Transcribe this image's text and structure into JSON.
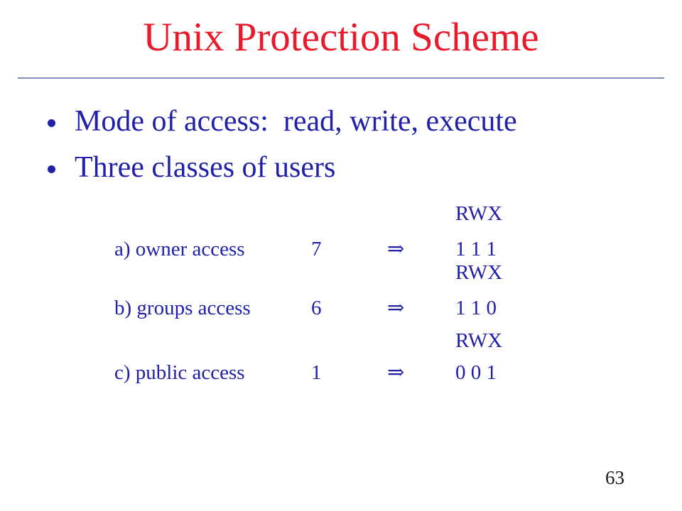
{
  "theme": {
    "title_color": "#e81b2d",
    "text_color": "#2020a8",
    "rule_color": "#7f8fc0",
    "page_color": "#1a1a1a",
    "background": "#ffffff"
  },
  "header": {
    "title": "Unix Protection Scheme"
  },
  "bullets": [
    {
      "text": "Mode of access:  read, write, execute"
    },
    {
      "text": "Three classes of users"
    }
  ],
  "permission_table": {
    "column_header": "RWX",
    "rows": [
      {
        "label": "a) owner access",
        "octal": "7",
        "arrow": "⇒",
        "binary": "1 1 1"
      },
      {
        "label": "b) groups access",
        "octal": "6",
        "arrow": "⇒",
        "binary": "1 1 0"
      },
      {
        "label": "c) public access",
        "octal": "1",
        "arrow": "⇒",
        "binary": "0 0 1"
      }
    ]
  },
  "footer": {
    "page_number": "63"
  }
}
